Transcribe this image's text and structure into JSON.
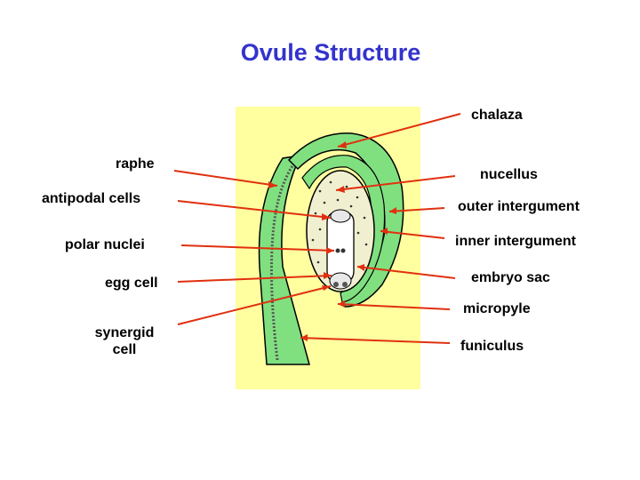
{
  "title": "Ovule Structure",
  "colors": {
    "title": "#3333cc",
    "background_panel": "#ffffa0",
    "tissue_green": "#80e080",
    "tissue_outline": "#000000",
    "nucellus_fill": "#f0f0d0",
    "pointer_line": "#e03010"
  },
  "labels": {
    "chalaza": "chalaza",
    "raphe": "raphe",
    "nucellus": "nucellus",
    "antipodal_cells": "antipodal cells",
    "outer_integument": "outer intergument",
    "polar_nuclei": "polar nuclei",
    "inner_integument": "inner intergument",
    "egg_cell": "egg cell",
    "embryo_sac": "embryo sac",
    "micropyle": "micropyle",
    "synergid_cell_line1": "synergid",
    "synergid_cell_line2": "cell",
    "funiculus": "funiculus"
  }
}
